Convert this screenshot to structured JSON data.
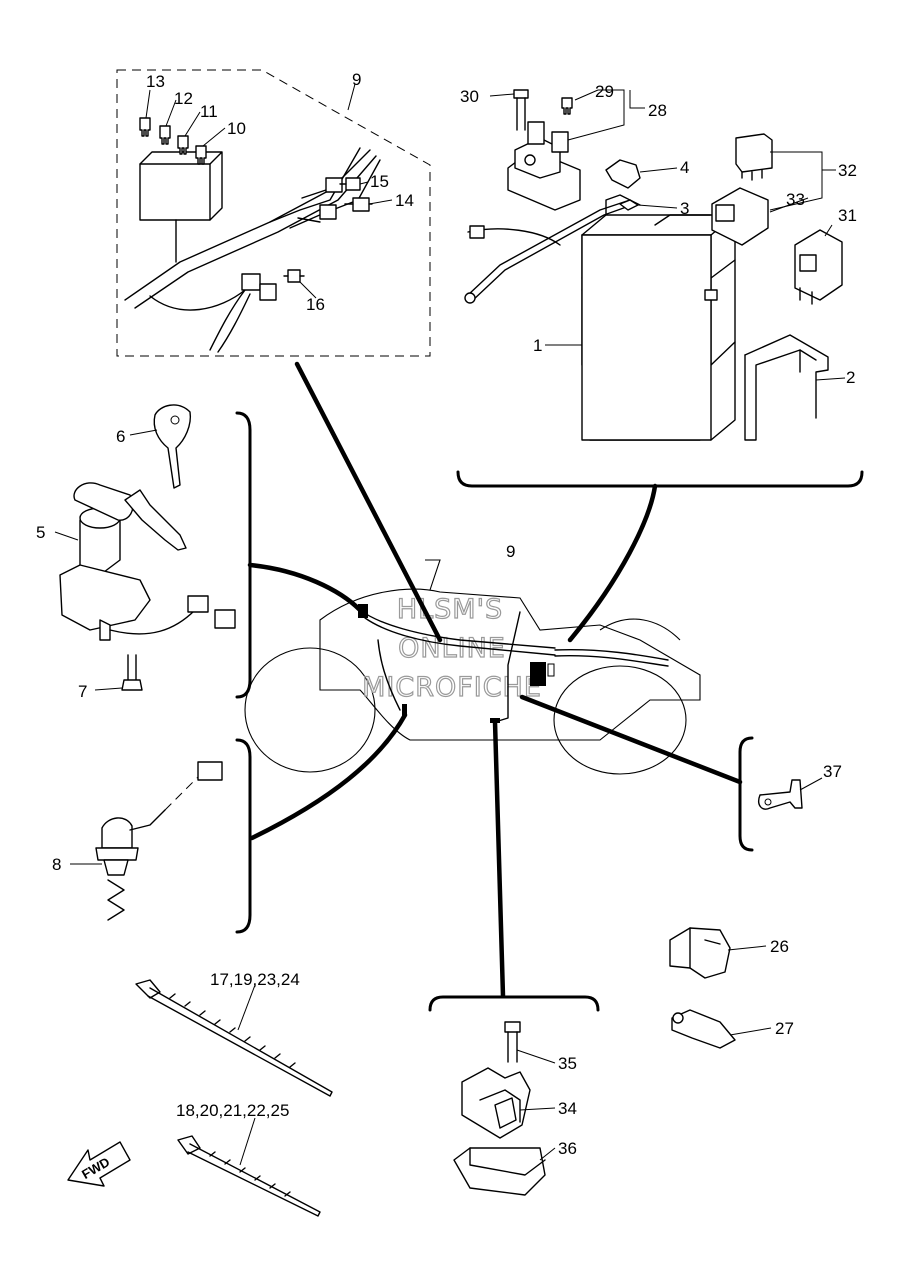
{
  "labels": {
    "l1": "1",
    "l2": "2",
    "l3": "3",
    "l4": "4",
    "l5": "5",
    "l6": "6",
    "l7": "7",
    "l8": "8",
    "l9a": "9",
    "l9b": "9",
    "l10": "10",
    "l11": "11",
    "l12": "12",
    "l13": "13",
    "l14": "14",
    "l15": "15",
    "l16": "16",
    "l26": "26",
    "l27": "27",
    "l28": "28",
    "l29": "29",
    "l30": "30",
    "l31": "31",
    "l32": "32",
    "l33": "33",
    "l34": "34",
    "l35": "35",
    "l36": "36",
    "l37": "37",
    "ties_a": "17,19,23,24",
    "ties_b": "18,20,21,22,25"
  },
  "fwd": "FWD",
  "watermark": [
    "HLSM'S",
    "ONLINE",
    "MICROFICHE"
  ]
}
